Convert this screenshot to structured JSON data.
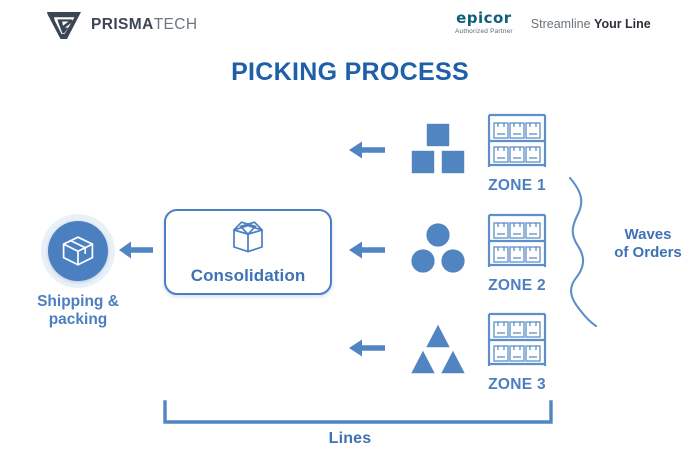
{
  "header": {
    "left_brand": {
      "icon": "prismatech-shield-icon",
      "name_bold": "PRISMA",
      "name_light": "TECH"
    },
    "right_brand": {
      "epicor_wordmark": "epicor",
      "epicor_subtitle": "Authorized Partner",
      "tagline_light": "Streamline ",
      "tagline_bold": "Your Line"
    }
  },
  "title": "PICKING PROCESS",
  "diagram": {
    "shipping": {
      "icon": "package-box-icon",
      "label": "Shipping &\npacking",
      "label_line1": "Shipping &",
      "label_line2": "packing"
    },
    "consolidation": {
      "icon": "open-carton-icon",
      "label": "Consolidation"
    },
    "rows": [
      {
        "shape": "squares",
        "shape_count": 3,
        "zone_label": "ZONE 1",
        "rack_icon": "shelving-rack-icon"
      },
      {
        "shape": "circles",
        "shape_count": 3,
        "zone_label": "ZONE 2",
        "rack_icon": "shelving-rack-icon"
      },
      {
        "shape": "triangles",
        "shape_count": 3,
        "zone_label": "ZONE 3",
        "rack_icon": "shelving-rack-icon"
      }
    ],
    "waves_bracket_label_line1": "Waves",
    "waves_bracket_label_line2": "of Orders",
    "lines_bracket_label": "Lines"
  },
  "colors": {
    "title_blue": "#1f5fa9",
    "accent_blue": "#4c7fbf",
    "shape_blue": "#5185c2",
    "rack_blue": "#5f8fc9",
    "ship_disc": "#4a80c0",
    "ship_ring": "#e9f1f8",
    "epicor_teal": "#0f5f7a",
    "prismatech_dark": "#3b4652"
  }
}
